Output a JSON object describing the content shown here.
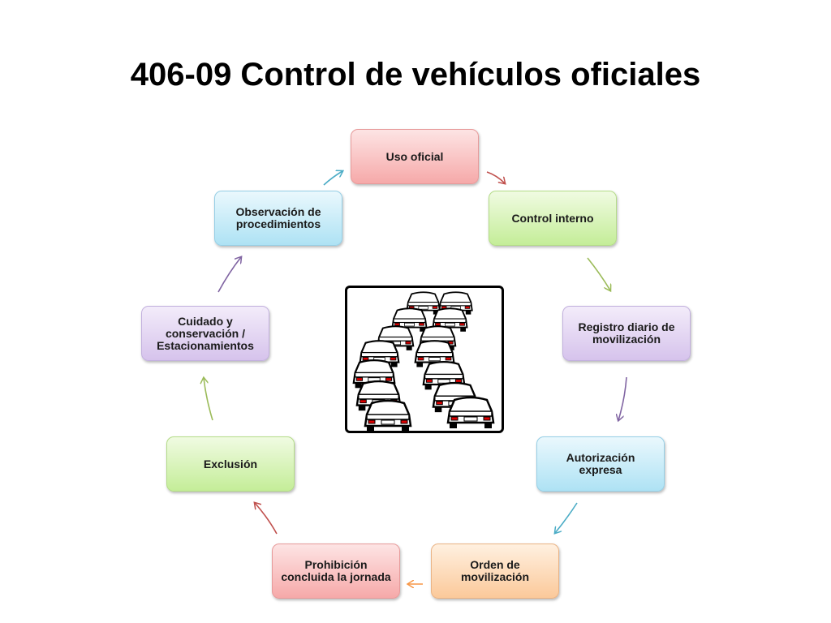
{
  "title": "406-09 Control de vehículos oficiales",
  "nodes": [
    {
      "id": "uso-oficial",
      "label": "Uso oficial",
      "color": "red"
    },
    {
      "id": "control-interno",
      "label": "Control interno",
      "color": "green"
    },
    {
      "id": "registro-diario",
      "label": "Registro diario de movilización",
      "color": "purple"
    },
    {
      "id": "autorizacion-expresa",
      "label": "Autorización expresa",
      "color": "blue"
    },
    {
      "id": "orden-movilizacion",
      "label": "Orden de movilización",
      "color": "orange"
    },
    {
      "id": "prohibicion",
      "label": "Prohibición concluida la jornada",
      "color": "red"
    },
    {
      "id": "exclusion",
      "label": "Exclusión",
      "color": "green"
    },
    {
      "id": "cuidado",
      "label": "Cuidado y conservación / Estacionamientos",
      "color": "purple"
    },
    {
      "id": "observacion",
      "label": "Observación de procedimientos",
      "color": "blue"
    }
  ],
  "arrow_colors": [
    "#c0504d",
    "#9bbb59",
    "#8064a2",
    "#4bacc6",
    "#f79646",
    "#c0504d",
    "#9bbb59",
    "#8064a2",
    "#4bacc6"
  ],
  "center_image": "traffic-cars-icon"
}
